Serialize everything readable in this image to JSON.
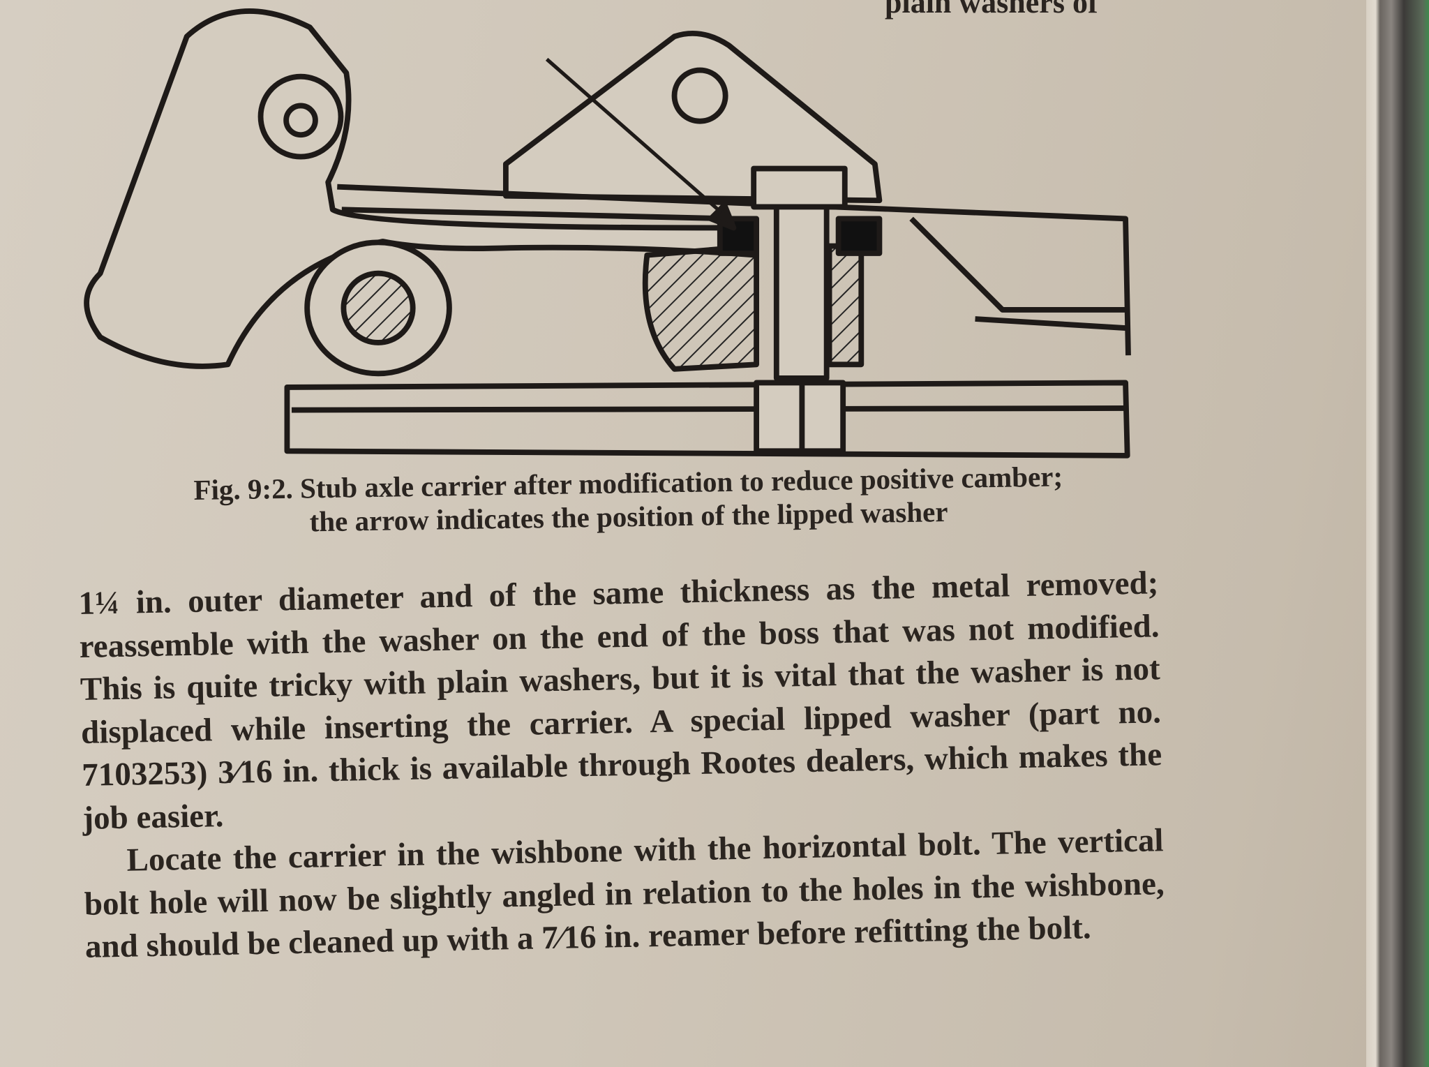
{
  "top_fragment": "plain washers of",
  "figure": {
    "caption_line1": "Fig. 9:2. Stub axle carrier after modification to reduce positive camber;",
    "caption_line2": "the arrow indicates the position of the lipped washer"
  },
  "body": {
    "paragraph1": "1¼ in. outer diameter and of the same thickness as the metal removed; reassemble with the washer on the end of the boss that was not modified. This is quite tricky with plain washers, but it is vital that the washer is not displaced while inserting the carrier. A special lipped washer (part no. 7103253) 3⁄16 in. thick is available through Rootes dealers, which makes the job easier.",
    "paragraph2": "Locate the carrier in the wishbone with the horizontal bolt. The vertical bolt hole will now be slightly angled in relation to the holes in the wishbone, and should be cleaned up with a 7⁄16 in. reamer before refitting the bolt."
  }
}
